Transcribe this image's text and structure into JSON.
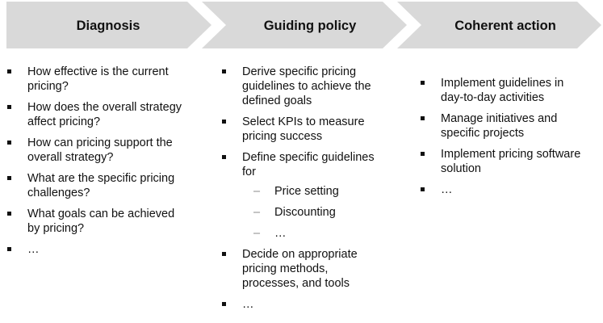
{
  "headers": [
    {
      "label": "Diagnosis"
    },
    {
      "label": "Guiding policy"
    },
    {
      "label": "Coherent action"
    }
  ],
  "colors": {
    "chevron_fill": "#d9d9d9",
    "text": "#111111",
    "dash": "#888888"
  },
  "diagnosis": {
    "items": [
      "How effective is the current pricing?",
      "How does the overall strategy affect pricing?",
      "How can pricing support the overall strategy?",
      "What are the specific pricing challenges?",
      "What goals can be achieved by pricing?",
      "…"
    ]
  },
  "guiding_policy": {
    "items": [
      {
        "text": "Derive specific pricing guidelines to achieve the defined goals"
      },
      {
        "text": "Select KPIs to measure pricing success"
      },
      {
        "text": "Define specific guidelines for",
        "sub": [
          "Price setting",
          "Discounting",
          "…"
        ]
      },
      {
        "text": "Decide on appropriate pricing methods, processes, and tools"
      },
      {
        "text": "…"
      }
    ]
  },
  "coherent_action": {
    "items": [
      "Implement guidelines in day-to-day activities",
      "Manage initiatives and specific projects",
      "Implement pricing software solution",
      "…"
    ]
  }
}
